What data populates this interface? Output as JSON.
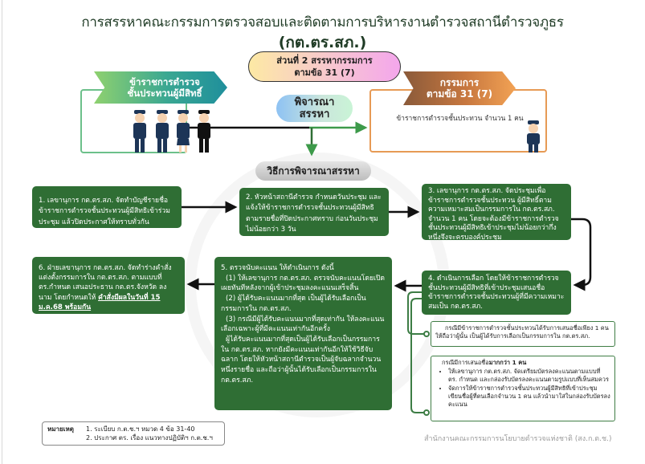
{
  "header": {
    "title": "การสรรหาคณะกรรมการตรวจสอบและติดตามการบริหารงานตำรวจสถานีตำรวจภูธร",
    "subtitle": "(กต.ตร.สภ.)",
    "part_line1": "ส่วนที่ 2 สรรหากรรมการ",
    "part_line2": "ตามข้อ 31 (7)"
  },
  "left_group": {
    "ribbon_line1": "ข้าราชการตำรวจ",
    "ribbon_line2": "ชั้นประทวนผู้มีสิทธิ์",
    "icon": "police-officers-icon",
    "accent_color": "#3aa792"
  },
  "center": {
    "consider_line1": "พิจารณา",
    "consider_line2": "สรรหา",
    "method_label": "วิธีการพิจารณาสรรหา"
  },
  "right_group": {
    "ribbon_line1": "กรรมการ",
    "ribbon_line2": "ตามข้อ 31 (7)",
    "description": "ข้าราชการตำรวจชั้นประทวน จำนวน 1 คน",
    "icon": "police-officer-icon",
    "accent_color": "#e79a55"
  },
  "steps": {
    "step1": "1. เลขานุการ กต.ตร.สภ. จัดทำบัญชีรายชื่อข้าราชการตำรวจชั้นประทวนผู้มีสิทธิเข้าร่วมประชุม แล้วปิดประกาศให้ทราบทั่วกัน",
    "step2": "2. หัวหน้าสถานีตำรวจ กำหนดวันประชุม และแจ้งให้ข้าราชการตำรวจชั้นประทวนผู้มีสิทธิตามรายชื่อที่ปิดประกาศทราบ ก่อนวันประชุมไม่น้อยกว่า 3 วัน",
    "step3": "3. เลขานุการ กต.ตร.สภ. จัดประชุมเพื่อข้าราชการตำรวจชั้นประทวน ผู้มีสิทธิ์ตามความเหมาะสมเป็นกรรมการใน กต.ตร.สภ. จำนวน 1 คน โดยจะต้องมีข้าราชการตำรวจชั้นประทวนผู้มีสิทธิเข้าประชุมไม่น้อยกว่ากึ่งหนึ่งจึงจะครบองค์ประชุม",
    "step4": "4. ดำเนินการเลือก โดยให้ข้าราชการตำรวจชั้นประทวนผู้มีสิทธิที่เข้าประชุมเสนอชื่อข้าราชการตำรวจชั้นประทวนผู้ที่มีความเหมาะสมเป็น กต.ตร.สภ.",
    "step5_lines": [
      "5. ตรวจนับคะแนน ให้ดำเนินการ ดังนี้",
      "(1) ให้เลขานุการ กต.ตร.สภ. ตรวจนับคะแนนโดยเปิดเผยทันทีหลังจากผู้เข้าประชุมลงคะแนนเสร็จสิ้น",
      "(2) ผู้ได้รับคะแนนมากที่สุด เป็นผู้ได้รับเลือกเป็นกรรมการใน กต.ตร.สภ.",
      "(3) กรณีมีผู้ได้รับคะแนนมากที่สุดเท่ากัน ให้ลงคะแนนเลือกเฉพาะผู้ที่มีคะแนนเท่ากันอีกครั้ง",
      "ผู้ได้รับคะแนนมากที่สุดเป็นผู้ได้รับเลือกเป็นกรรมการใน กต.ตร.สภ. หากยังมีคะแนนเท่ากันอีกให้ใช้วิธีจับฉลาก โดยให้หัวหน้าสถานีตำรวจเป็นผู้จับฉลากจำนวนหนึ่งรายชื่อ และถือว่าผู้นั้นได้รับเลือกเป็นกรรมการใน กต.ตร.สภ."
    ],
    "step6_text": "6. ฝ่ายเลขานุการ กต.ตร.สภ. จัดทำร่างคำสั่งแต่งตั้งกรรมการใน กต.ตร.สภ. ตามแบบที่ ตร.กำหนด เสนอประธาน กต.ตร.จังหวัด ลงนาม โดยกำหนดให้",
    "step6_emphasis": "คำสั่งมีผลในวันที่ 15 ม.ค.68 พร้อมกัน",
    "box_color": "#2f6e34"
  },
  "notes": {
    "single_line1": "กรณีมีข้าราชการตำรวจชั้นประทวนได้รับการเสนอชื่อเพียง 1 คน",
    "single_line2": "ให้ถือว่าผู้นั้น เป็นผู้ได้รับการเลือกเป็นกรรมการใน กต.ตร.สภ.",
    "multi_head_prefix": "กรณีมีการเสนอชื่อ",
    "multi_head_bold": "มากกว่า 1 คน",
    "multi_items": [
      "ให้เลขานุการ กต.ตร.สภ. จัดเตรียมบัตรลงคะแนนตามแบบที่ ตร. กำหนด และกล่องรับบัตรลงคะแนนตามรูปแบบที่เห็นสมควร",
      "จัดการให้ข้าราชการตำรวจชั้นประทวนผู้มีสิทธิที่เข้าประชุมเขียนชื่อผู้ที่ตนเลือกจำนวน 1 คน แล้วนำมาใส่ในกล่องรับบัตรลงคะแนน"
    ]
  },
  "legend": {
    "label": "หมายเหตุ",
    "items": [
      "1. ระเบียบ ก.ต.ช.ฯ หมวด 4 ข้อ 31-40",
      "2. ประกาศ ตร. เรื่อง แนวทางปฏิบัติฯ ก.ต.ช.ฯ"
    ]
  },
  "footer": {
    "organization": "สำนักงานคณะกรรมการนโยบายตำรวจแห่งชาติ (สง.ก.ต.ช.)"
  }
}
